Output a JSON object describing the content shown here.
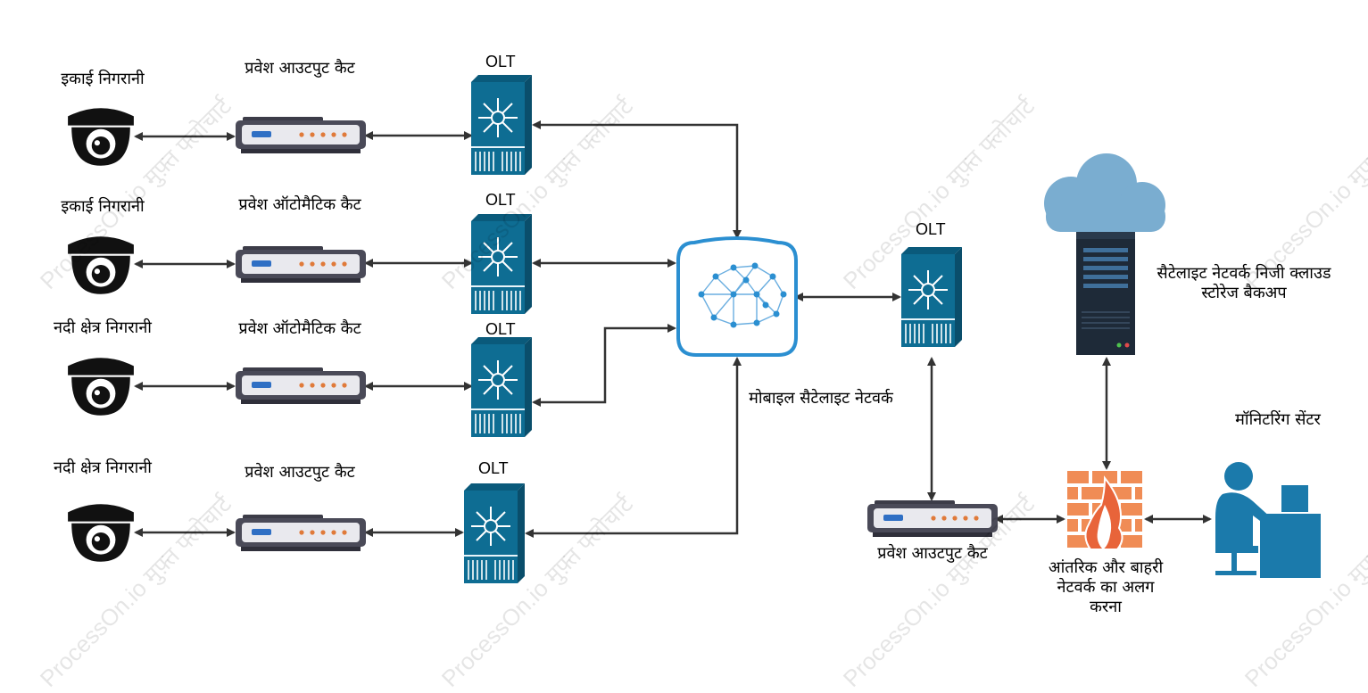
{
  "watermark": "ProcessOn.io मुफ़्त फ्लोचार्ट",
  "colors": {
    "olt_blue": "#0e6d93",
    "router_body": "#4a4a58",
    "router_face": "#e9e9ee",
    "camera": "#111111",
    "cloud": "#7aadd0",
    "firewall": "#f08c55",
    "person": "#1b7aab",
    "mobile_ring": "#2b8fd1",
    "arrow": "#333333"
  },
  "cameras": [
    {
      "label": "इकाई निगरानी",
      "icon": "dome-camera-icon"
    },
    {
      "label": "इकाई निगरानी",
      "icon": "dome-camera-icon"
    },
    {
      "label": "नदी क्षेत्र निगरानी",
      "icon": "dome-camera-icon"
    },
    {
      "label": "नदी क्षेत्र निगरानी",
      "icon": "dome-camera-icon"
    }
  ],
  "access_routers": [
    {
      "label": "प्रवेश आउटपुट कैट"
    },
    {
      "label": "प्रवेश ऑटोमैटिक कैट"
    },
    {
      "label": "प्रवेश ऑटोमैटिक कैट"
    },
    {
      "label": "प्रवेश आउटपुट कैट"
    }
  ],
  "olt_label": "OLT",
  "mobile_network": {
    "label": "मोबाइल सैटेलाइट नेटवर्क",
    "icon": "neural-network-icon"
  },
  "right_router": {
    "label": "प्रवेश आउटपुट कैट"
  },
  "satellite_storage": {
    "label": "सैटेलाइट नेटवर्क निजी क्लाउड स्टोरेज बैकअप",
    "icon": "cloud-server-icon"
  },
  "firewall": {
    "label": "आंतरिक और बाहरी नेटवर्क का अलग करना",
    "icon": "firewall-icon"
  },
  "monitoring": {
    "label": "मॉनिटरिंग सेंटर",
    "icon": "operator-desk-icon"
  }
}
